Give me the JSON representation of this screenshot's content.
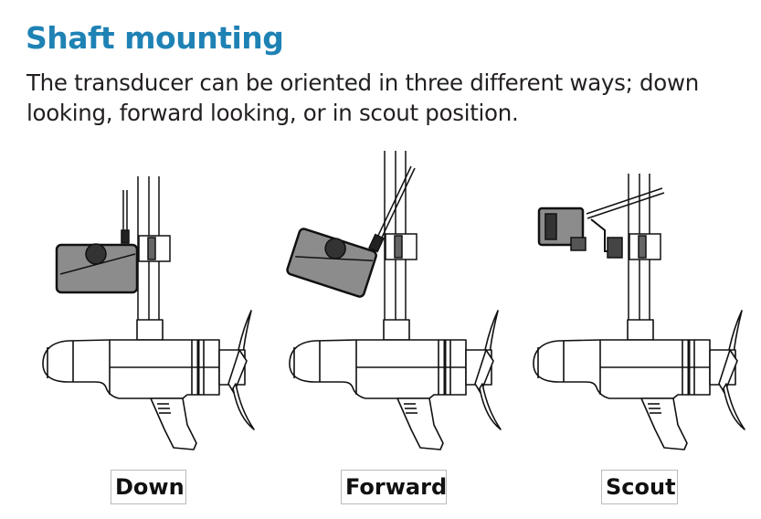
{
  "heading": "Shaft mounting",
  "description": "The transducer can be oriented in three different ways; down looking, forward looking, or in scout position.",
  "orientations": [
    {
      "label": "Down"
    },
    {
      "label": "Forward"
    },
    {
      "label": "Scout"
    }
  ],
  "colors": {
    "heading": "#1f82b5",
    "transducer": "#8c8c8c"
  }
}
